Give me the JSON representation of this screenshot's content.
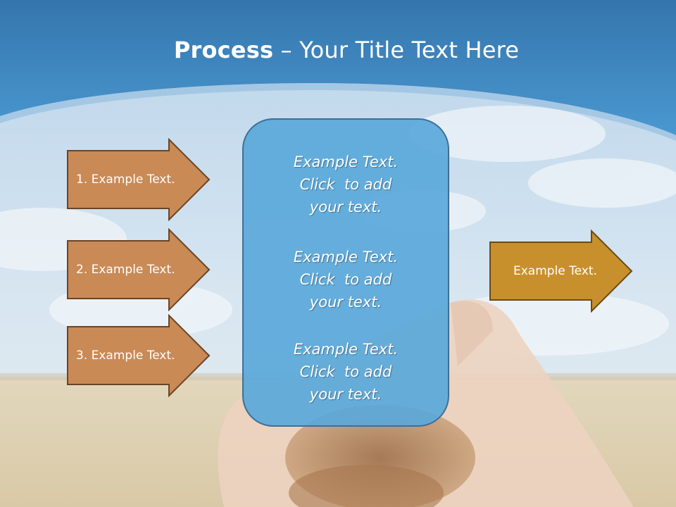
{
  "title": {
    "bold": "Process",
    "rest": " – Your Title Text Here"
  },
  "left_arrows": [
    {
      "label": "1. Example Text."
    },
    {
      "label": "2. Example Text."
    },
    {
      "label": "3. Example Text."
    }
  ],
  "center_box": {
    "blocks": [
      {
        "lines": [
          "Example Text.",
          "Click  to add",
          "your text."
        ]
      },
      {
        "lines": [
          "Example Text.",
          "Click  to add",
          "your text."
        ]
      },
      {
        "lines": [
          "Example Text.",
          "Click  to add",
          "your text."
        ]
      }
    ]
  },
  "right_arrow": {
    "label": "Example Text."
  },
  "colors": {
    "header_blue": "#3c86c1",
    "left_arrow_fill": "#c98a56",
    "left_arrow_stroke": "#6b4424",
    "right_arrow_fill": "#c8902c",
    "right_arrow_stroke": "#6b4a12",
    "center_fill": "#5aa8da",
    "center_stroke": "#3e6f96"
  }
}
